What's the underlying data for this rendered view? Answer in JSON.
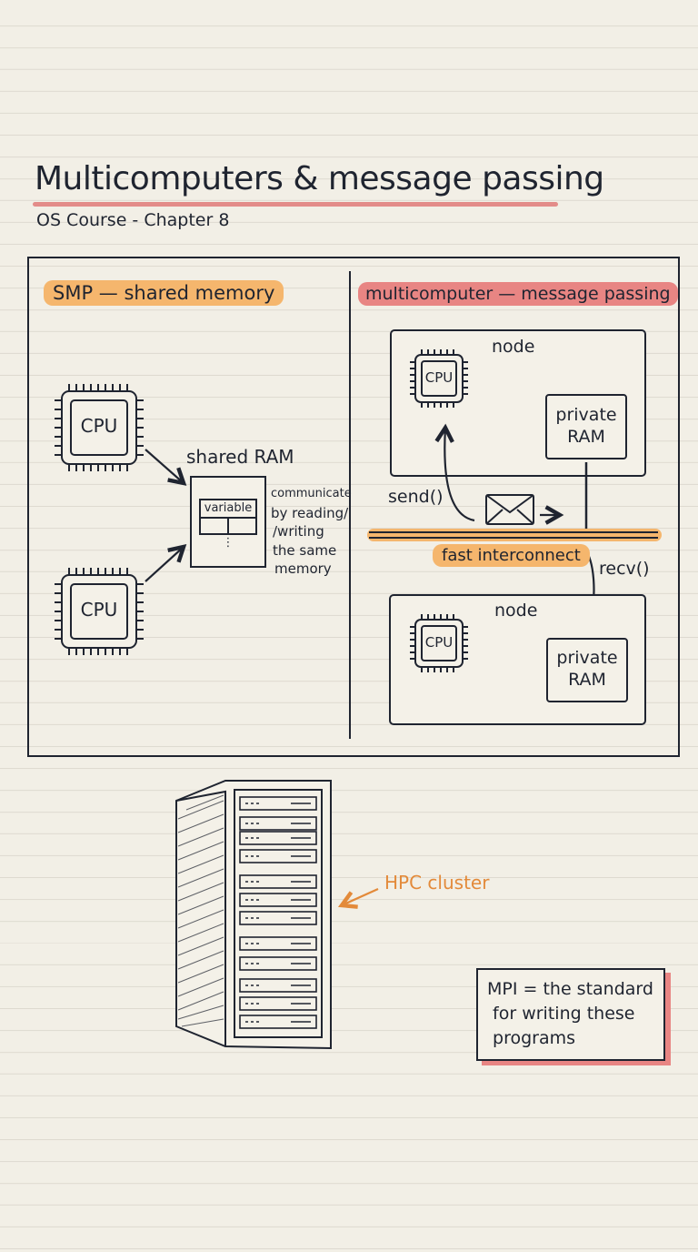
{
  "title": "Multicomputers & message passing",
  "subtitle": "OS Course - Chapter 8",
  "smp": {
    "heading": "SMP — shared memory",
    "cpu_top": "CPU",
    "cpu_bottom": "CPU",
    "shared_ram_label": "shared RAM",
    "variable_label": "variable",
    "ellipsis": "⋮",
    "note_lines": [
      "communicate",
      "by reading/",
      "/writing",
      "the same",
      "memory"
    ]
  },
  "multicomputer": {
    "heading": "multicomputer — message passing",
    "node_top": {
      "label": "node",
      "cpu": "CPU",
      "ram_line1": "private",
      "ram_line2": "RAM"
    },
    "node_bottom": {
      "label": "node",
      "cpu": "CPU",
      "ram_line1": "private",
      "ram_line2": "RAM"
    },
    "send_label": "send()",
    "recv_label": "recv()",
    "interconnect_label": "fast interconnect"
  },
  "hpc_label": "HPC cluster",
  "mpi_note": "MPI = the standard\n for writing these\n programs",
  "colors": {
    "accent_orange": "#f5b66d",
    "accent_red": "#e88583",
    "ink": "#1f2430",
    "paper": "#f2efe6",
    "hpc_orange": "#e38a3a"
  },
  "icons": [
    "cpu-chip-icon",
    "envelope-icon",
    "server-rack-icon"
  ]
}
